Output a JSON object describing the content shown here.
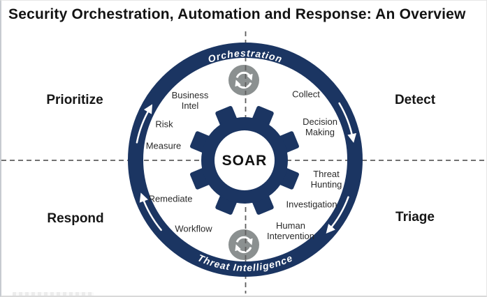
{
  "title": "Security Orchestration, Automation and Response: An Overview",
  "diagram": {
    "center_label": "SOAR",
    "ring": {
      "top_label": "Orchestration",
      "bottom_label": "Threat Intelligence"
    },
    "quadrants": {
      "top_left": "Prioritize",
      "top_right": "Detect",
      "bottom_left": "Respond",
      "bottom_right": "Triage"
    },
    "inner_labels": {
      "business_intel": "Business\nIntel",
      "collect": "Collect",
      "risk": "Risk",
      "decision_making": "Decision\nMaking",
      "measure": "Measure",
      "threat_hunting": "Threat\nHunting",
      "remediate": "Remediate",
      "investigation": "Investigation",
      "workflow": "Workflow",
      "human_intervention": "Human\nIntervention"
    },
    "colors": {
      "navy": "#1b3562",
      "icon_gray": "#8b9090",
      "dash": "#5f5f5f"
    }
  }
}
